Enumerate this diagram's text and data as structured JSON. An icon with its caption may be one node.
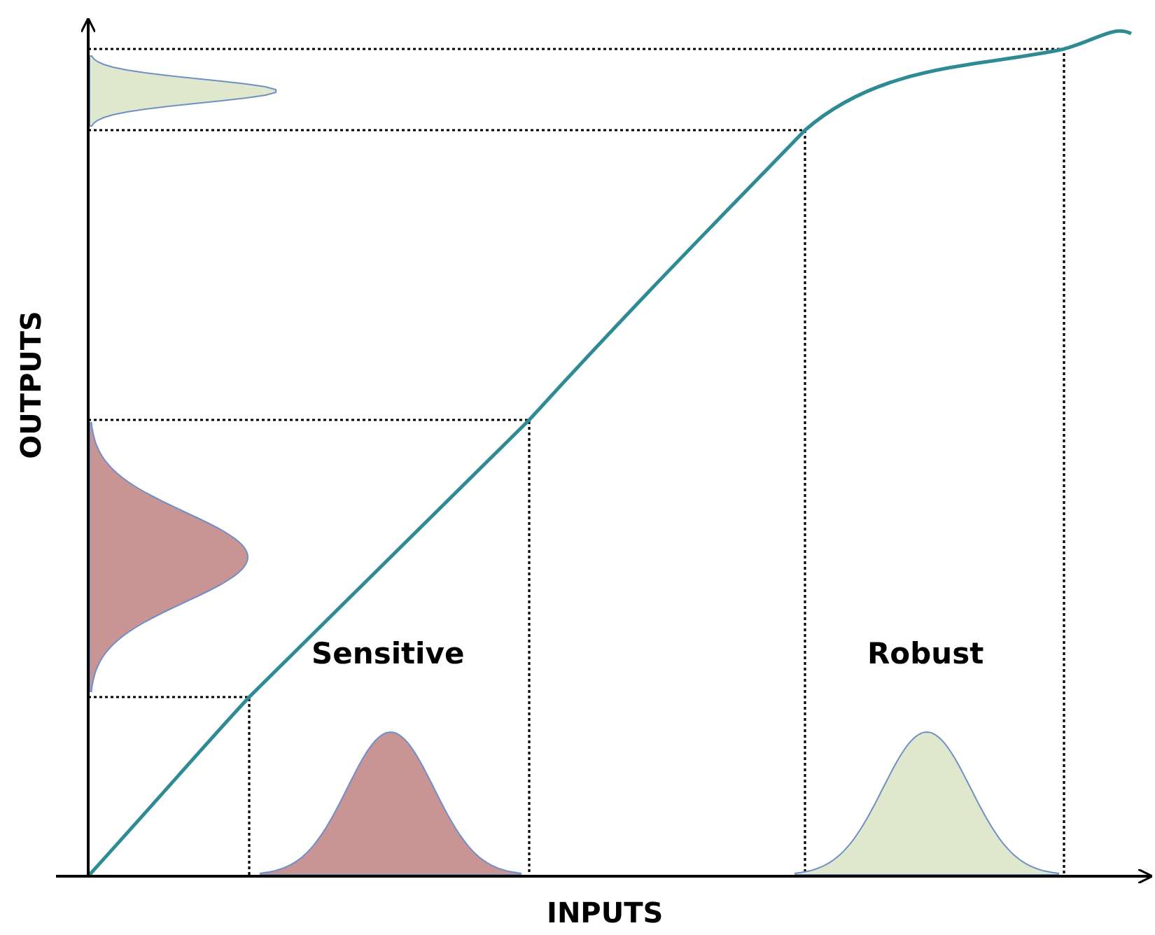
{
  "diagram": {
    "labels": [
      "OUTPUTS",
      "Sensitive",
      "Robust",
      "INPUTS"
    ]
  }
}
